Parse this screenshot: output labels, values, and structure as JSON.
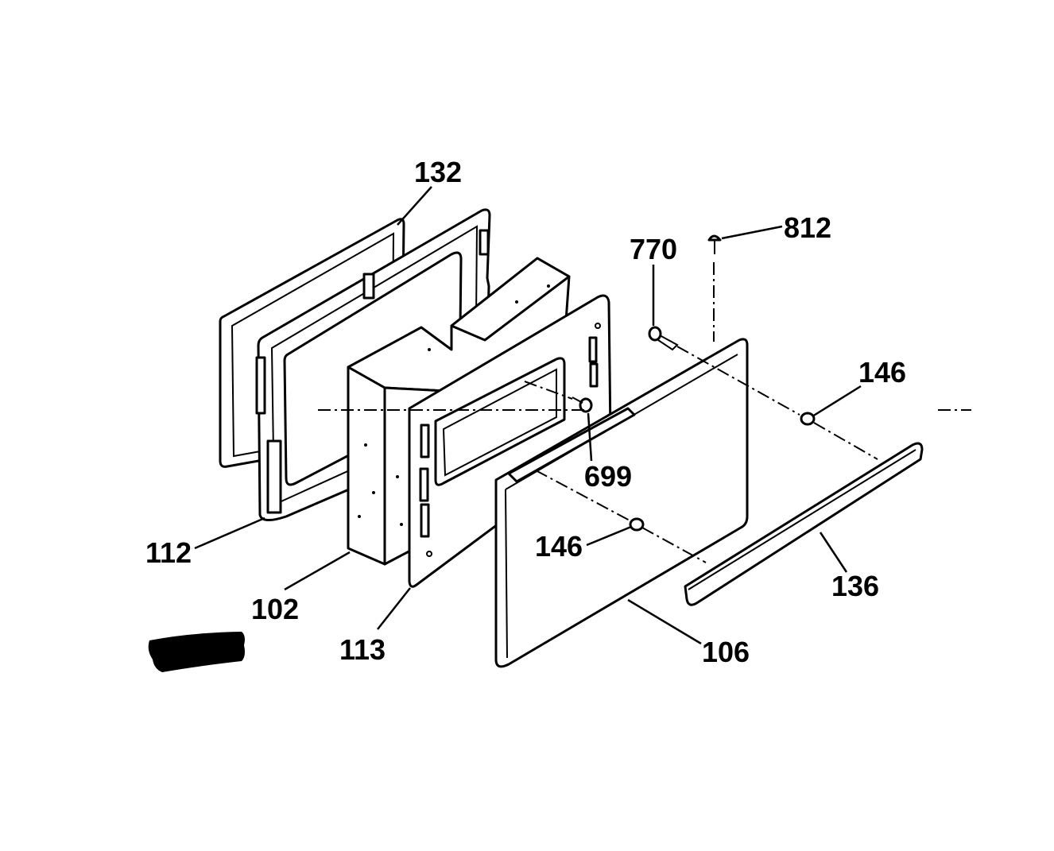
{
  "labels": {
    "p132": "132",
    "p812": "812",
    "p770": "770",
    "p146a": "146",
    "p699": "699",
    "p112": "112",
    "p146b": "146",
    "p136": "136",
    "p102": "102",
    "p113": "113",
    "p106": "106"
  }
}
